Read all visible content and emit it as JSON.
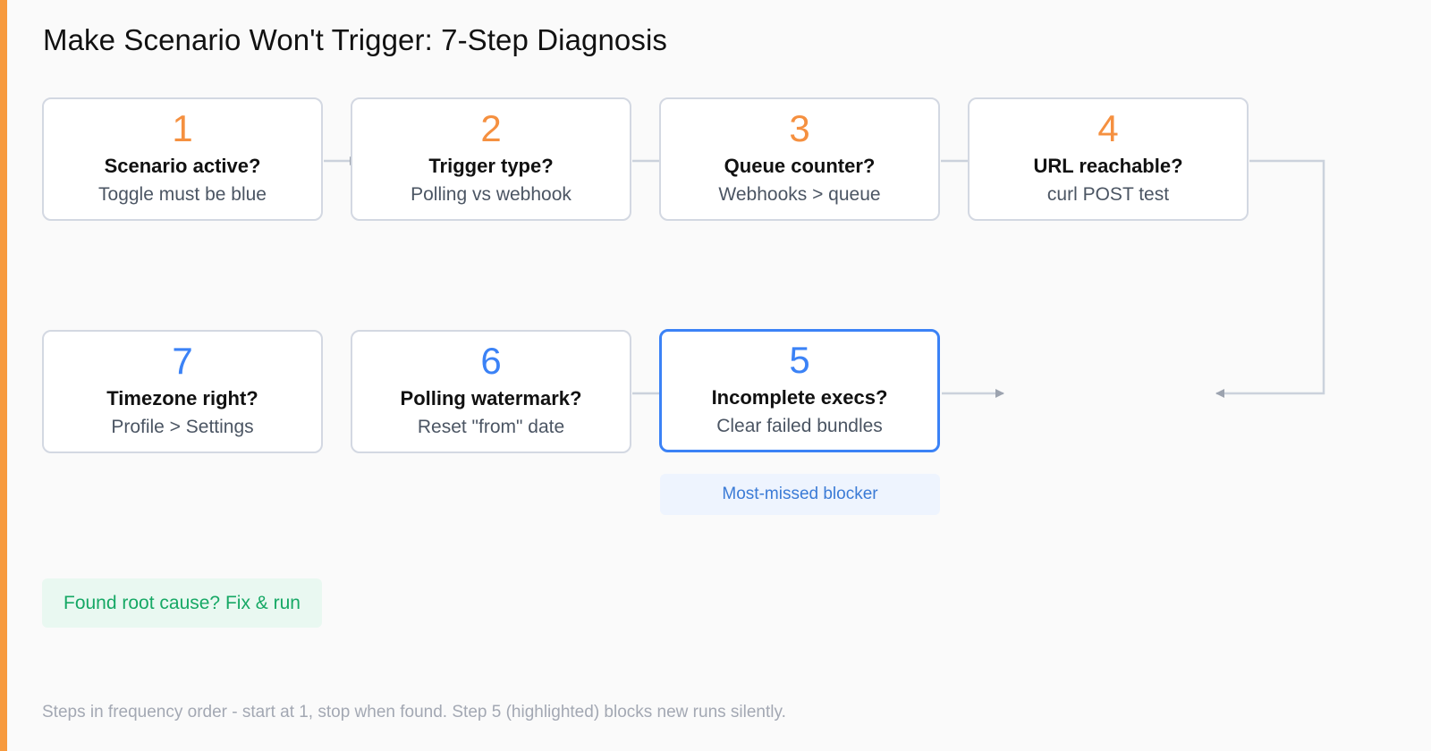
{
  "title": "Make Scenario Won't Trigger: 7-Step Diagnosis",
  "steps": [
    {
      "number": "1",
      "question": "Scenario active?",
      "hint": "Toggle must be blue"
    },
    {
      "number": "2",
      "question": "Trigger type?",
      "hint": "Polling vs webhook"
    },
    {
      "number": "3",
      "question": "Queue counter?",
      "hint": "Webhooks > queue"
    },
    {
      "number": "4",
      "question": "URL reachable?",
      "hint": "curl POST test"
    },
    {
      "number": "5",
      "question": "Incomplete execs?",
      "hint": "Clear failed bundles",
      "highlighted": true
    },
    {
      "number": "6",
      "question": "Polling watermark?",
      "hint": "Reset \"from\" date"
    },
    {
      "number": "7",
      "question": "Timezone right?",
      "hint": "Profile > Settings"
    }
  ],
  "callout": "Most-missed blocker",
  "success_note": "Found root cause? Fix & run",
  "footnote": "Steps in frequency order - start at 1, stop when found. Step 5 (highlighted) blocks new runs silently.",
  "colors": {
    "accent": "#f79a3e",
    "number_default": "#f59040",
    "number_row2": "#3b82f6",
    "highlight_border": "#3b82f6",
    "connector": "#cbd2dc",
    "arrowhead": "#9ca3af",
    "callout_text": "#3b7bd6",
    "success_text": "#16a865"
  }
}
